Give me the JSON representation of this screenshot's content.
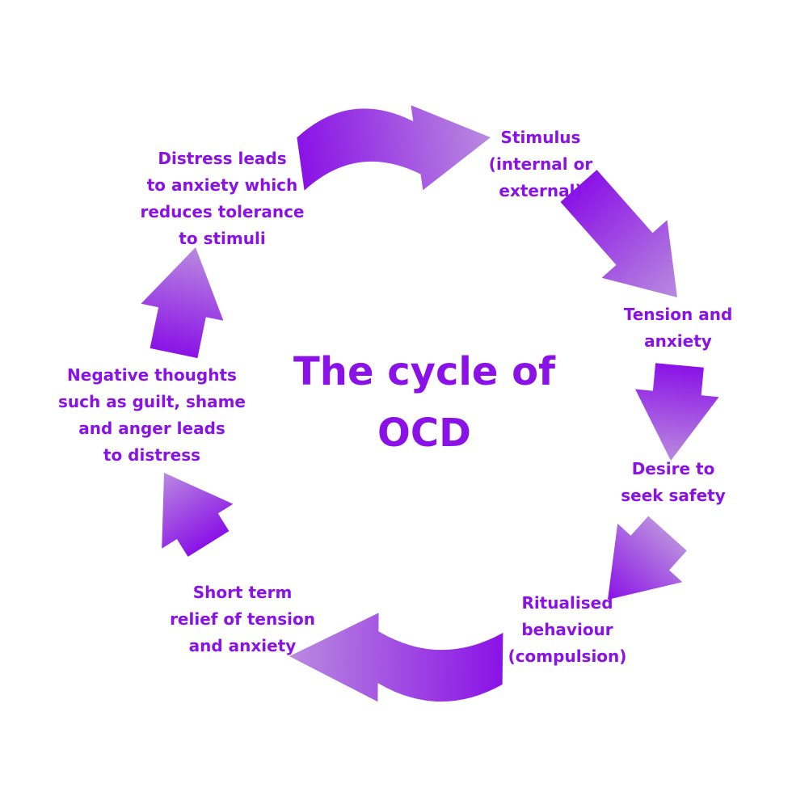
{
  "title_lines": [
    "The cycle of",
    "OCD"
  ],
  "colors": {
    "text": "#8a12e6",
    "arrow_dark": "#8a12e6",
    "arrow_light": "#b98adf"
  },
  "steps": [
    {
      "lines": [
        "Stimulus",
        "(internal or",
        "external)"
      ]
    },
    {
      "lines": [
        "Tension and",
        "anxiety"
      ]
    },
    {
      "lines": [
        "Desire to",
        "seek safety"
      ]
    },
    {
      "lines": [
        "Ritualised",
        "behaviour",
        "(compulsion)"
      ]
    },
    {
      "lines": [
        "Short term",
        "relief of tension",
        "and anxiety"
      ]
    },
    {
      "lines": [
        "Negative thoughts",
        "such as guilt, shame",
        "and anger leads",
        "to distress"
      ]
    },
    {
      "lines": [
        "Distress leads",
        "to anxiety which",
        "reduces tolerance",
        "to stimuli"
      ]
    }
  ],
  "arrow_icons": [
    "arrow-stimulus-to-tension-icon",
    "arrow-tension-to-desire-icon",
    "arrow-desire-to-ritual-icon",
    "arrow-ritual-to-relief-icon",
    "arrow-relief-to-negative-icon",
    "arrow-negative-to-distress-icon",
    "arrow-distress-to-stimulus-icon"
  ]
}
